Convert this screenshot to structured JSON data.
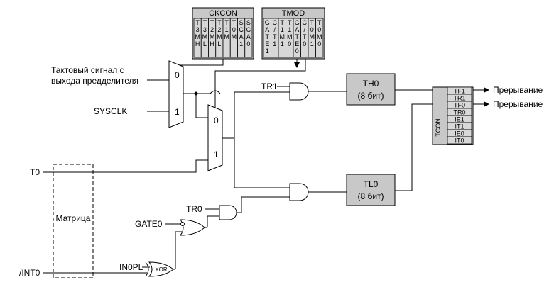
{
  "labels": {
    "clock_line1": "Тактовый сигнал с",
    "clock_line2": "выхода предделителя",
    "sysclk": "SYSCLK",
    "t0": "T0",
    "int0": "/INT0",
    "matrix": "Матрица",
    "gate0": "GATE0",
    "in0pl": "IN0PL",
    "xor": "XOR",
    "tr1": "TR1",
    "tr0": "TR0",
    "interrupt1": "Прерывание",
    "interrupt2": "Прерывание",
    "mux_top_0": "0",
    "mux_top_1": "1",
    "mux_bot_0": "0",
    "mux_bot_1": "1"
  },
  "ckcon": {
    "title": "CKCON",
    "bits": [
      [
        "T",
        "3",
        "M",
        "H"
      ],
      [
        "T",
        "3",
        "M",
        "L"
      ],
      [
        "T",
        "2",
        "M",
        "H"
      ],
      [
        "T",
        "2",
        "M",
        "L"
      ],
      [
        "T",
        "1",
        "M"
      ],
      [
        "T",
        "0",
        "M"
      ],
      [
        "S",
        "C",
        "A",
        "1"
      ],
      [
        "S",
        "C",
        "A",
        "0"
      ]
    ]
  },
  "tmod": {
    "title": "TMOD",
    "bits": [
      [
        "G",
        "A",
        "T",
        "E",
        "1"
      ],
      [
        "C",
        "/",
        "T",
        "1"
      ],
      [
        "T",
        "1",
        "M",
        "1"
      ],
      [
        "T",
        "1",
        "M",
        "0"
      ],
      [
        "G",
        "A",
        "T",
        "E",
        "0"
      ],
      [
        "C",
        "/",
        "T",
        "0"
      ],
      [
        "T",
        "0",
        "M",
        "1"
      ],
      [
        "T",
        "0",
        "M",
        "0"
      ]
    ]
  },
  "th0": {
    "line1": "TH0",
    "line2": "(8 бит)"
  },
  "tl0": {
    "line1": "TL0",
    "line2": "(8 бит)"
  },
  "tcon": {
    "title": "TCON",
    "bits": [
      "TF1",
      "TR1",
      "TF0",
      "TR0",
      "IE1",
      "IT1",
      "IE0",
      "IT0"
    ]
  }
}
